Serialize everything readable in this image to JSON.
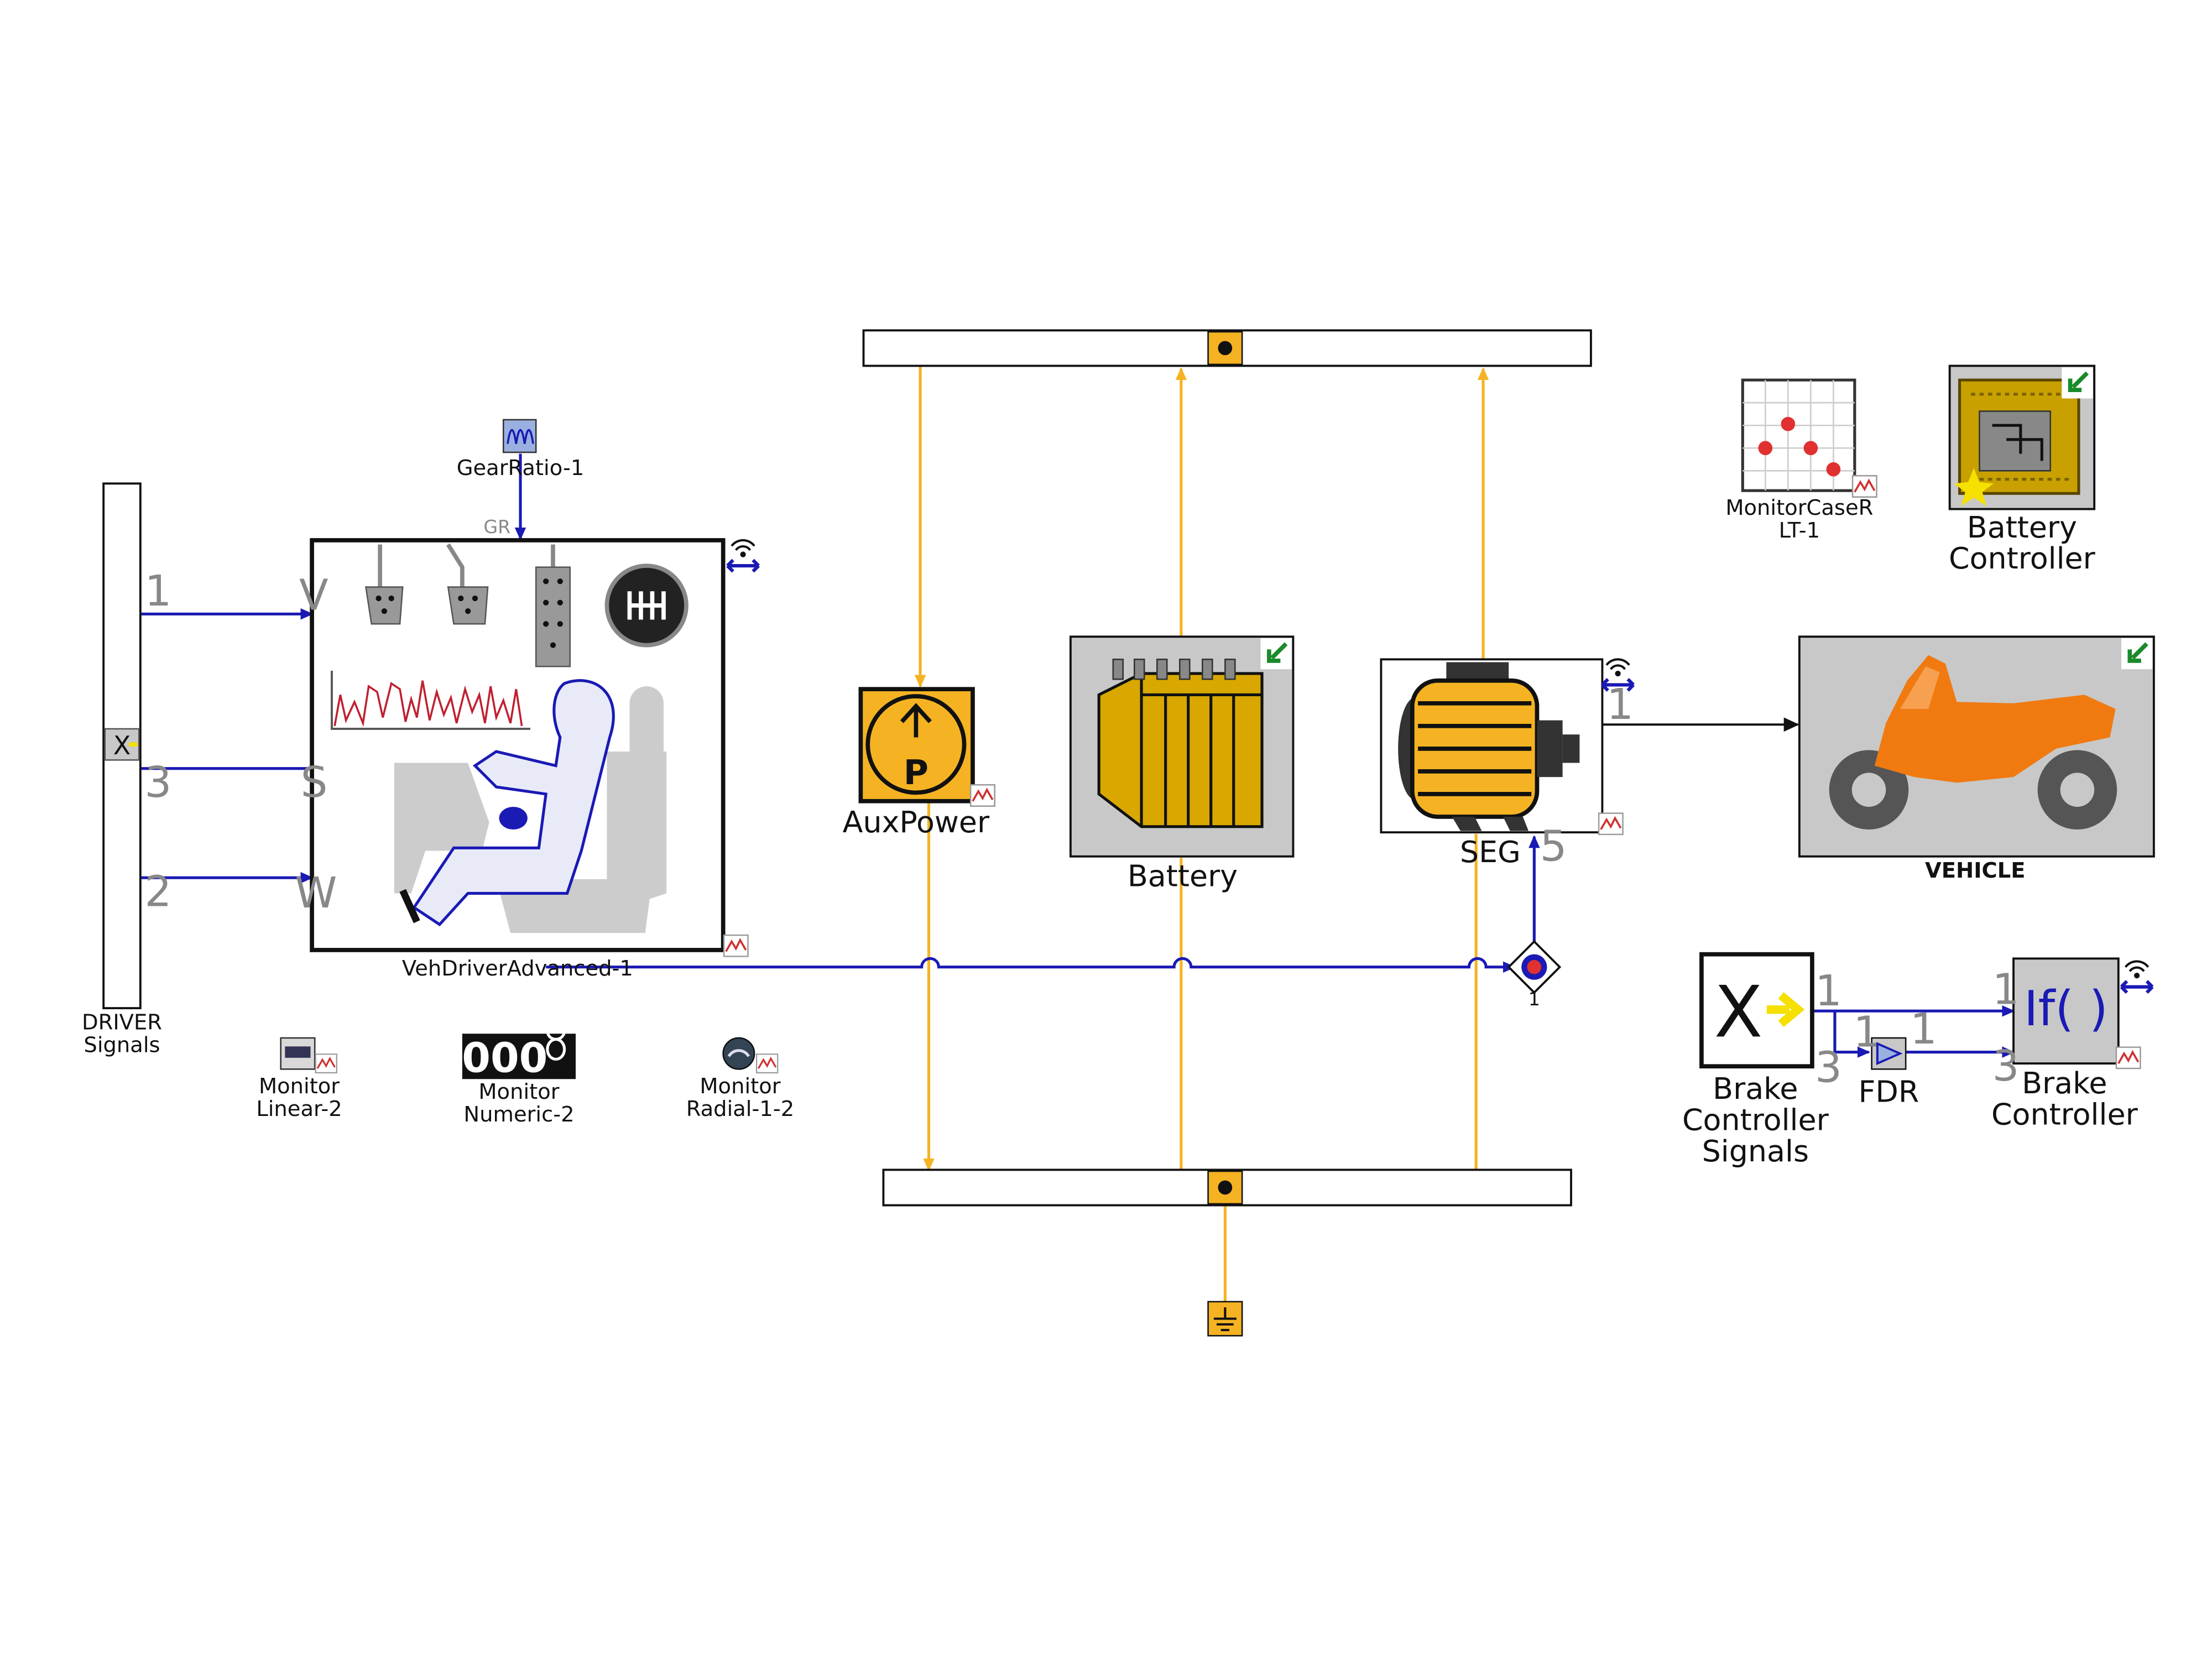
{
  "blocks": {
    "driver_signals": {
      "label_line1": "DRIVER",
      "label_line2": "Signals",
      "symbol": "X",
      "ports": [
        "1",
        "3",
        "2"
      ]
    },
    "gear_ratio": {
      "label": "GearRatio-1",
      "port": "GR"
    },
    "veh_driver": {
      "label": "VehDriverAdvanced-1",
      "ports": [
        "V",
        "S",
        "W"
      ]
    },
    "monitor_linear": {
      "label_line1": "Monitor",
      "label_line2": "Linear-2"
    },
    "monitor_numeric": {
      "label_line1": "Monitor",
      "label_line2": "Numeric-2",
      "display": "000"
    },
    "monitor_radial": {
      "label_line1": "Monitor",
      "label_line2": "Radial-1-2"
    },
    "aux_power": {
      "label": "AuxPower",
      "symbol": "P"
    },
    "battery": {
      "label": "Battery"
    },
    "seg": {
      "label": "SEG",
      "port_out": "1",
      "port_in": "5"
    },
    "junction": {
      "port": "1"
    },
    "monitor_case": {
      "label_line1": "MonitorCaseR",
      "label_line2": "LT-1"
    },
    "battery_controller": {
      "label_line1": "Battery",
      "label_line2": "Controller"
    },
    "vehicle": {
      "label": "VEHICLE"
    },
    "brake_signals": {
      "label_line1": "Brake",
      "label_line2": "Controller",
      "label_line3": "Signals",
      "symbol": "X",
      "ports": [
        "1",
        "3"
      ]
    },
    "fdr": {
      "label": "FDR",
      "port_in": "1",
      "port_out": "1"
    },
    "brake_controller": {
      "label_line1": "Brake",
      "label_line2": "Controller",
      "symbol": "If( )",
      "ports": [
        "1",
        "3"
      ]
    }
  },
  "colors": {
    "signal": "#1a1ab5",
    "electric": "#f5b323",
    "block_bg": "#c8c8c8",
    "motorcycle": "#f07a10"
  },
  "icons": [
    "wireless-icon",
    "bidirectional-arrow-icon",
    "plot-icon",
    "import-arrow-icon",
    "ground-icon",
    "star-icon"
  ]
}
